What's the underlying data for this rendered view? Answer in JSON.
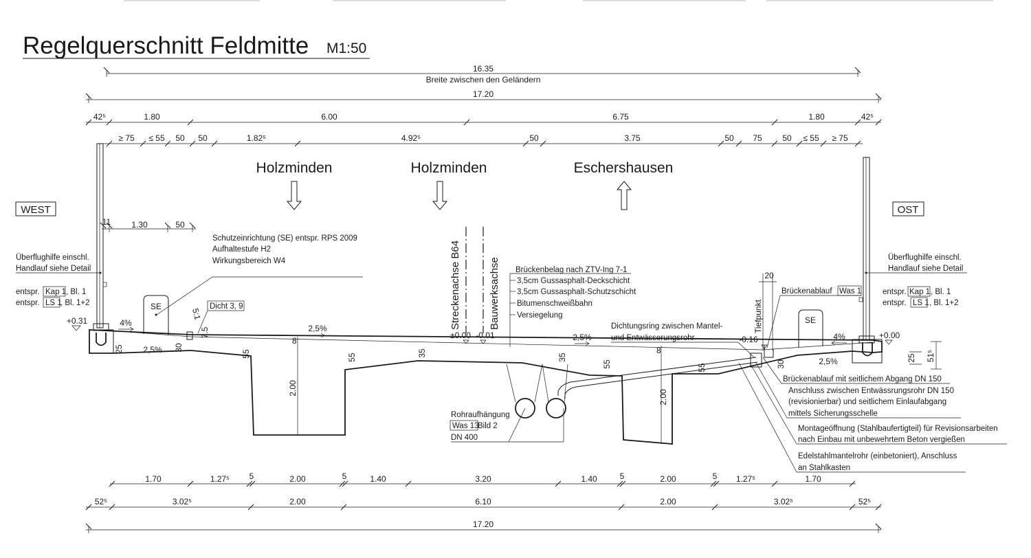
{
  "title": "Regelquerschnitt Feldmitte",
  "scale": "M1:50",
  "sides": {
    "west": "WEST",
    "ost": "OST"
  },
  "directions": {
    "d1": "Holzminden",
    "d2": "Holzminden",
    "d3": "Eschershausen"
  },
  "dims_top": {
    "total_rail": "16.35",
    "rail_caption": "Breite zwischen den Geländern",
    "total": "17.20",
    "row1": [
      "42⁵",
      "1.80",
      "6.00",
      "6.75",
      "1.80",
      "42⁵"
    ],
    "row2": [
      "≥ 75",
      "≤ 55",
      "50",
      "50",
      "1.82⁵",
      "4.92⁵",
      "50",
      "3.75",
      "50",
      "75",
      "50",
      "≤ 55",
      "≥ 75"
    ],
    "cap": [
      "11",
      "1.30",
      "50"
    ],
    "drain_w": "20"
  },
  "dims_bottom": {
    "row1": [
      "1.70",
      "1.27⁵",
      "5",
      "2.00",
      "5",
      "1.40",
      "3.20",
      "1.40",
      "5",
      "2.00",
      "5",
      "1.27⁵",
      "1.70"
    ],
    "row2": [
      "52⁵",
      "3.02⁵",
      "2.00",
      "6.10",
      "2.00",
      "3.02⁵",
      "52⁵"
    ],
    "total": "17.20"
  },
  "section_dims": {
    "cap_w": "25",
    "cap_w2": "30",
    "slope_cap": "2,5%",
    "slab_55a": "55",
    "web_200a": "2.00",
    "slab_55b": "55",
    "slab_35a": "35",
    "slab_35b": "35",
    "slab_55c": "55",
    "web_200b": "2.00",
    "slab_55d": "55",
    "cap_e30": "30",
    "cap_e25": "25",
    "cap_e515": "51⁵",
    "curb_75": "7.5",
    "curb_51": "5:1",
    "cap_slope_e": "2,5%"
  },
  "slopes": {
    "cap_w": "4%",
    "deck_w": "2,5%",
    "deck_e": "2,5%",
    "cap_e": "4%"
  },
  "levels": {
    "west": "+0.31",
    "axis_0": "±0.00",
    "axis_1": "-0.01",
    "low": "-0.16",
    "east": "+0.00"
  },
  "axes": {
    "strecke": "Streckenachse B64",
    "bauwerk": "Bauwerksachse"
  },
  "tiefpunkt": "Tiefpunkt",
  "se": "SE",
  "notes_left": {
    "ueberflug1": "Überflughilfe einschl.",
    "ueberflug2": "Handlauf siehe Detail",
    "ref1_pre": "entspr.",
    "ref1_box": "Kap 1",
    "ref1_post": ", Bl. 1",
    "ref2_pre": "entspr.",
    "ref2_box": "LS 1",
    "ref2_post": ", Bl. 1+2"
  },
  "notes_right": {
    "ueberflug1": "Überflughilfe einschl.",
    "ueberflug2": "Handlauf siehe Detail",
    "ref1_pre": "entspr.",
    "ref1_box": "Kap 1",
    "ref1_post": ", Bl. 1",
    "ref2_pre": "entspr.",
    "ref2_box": "LS 1",
    "ref2_post": ", Bl. 1+2"
  },
  "schutz": {
    "l1": "Schutzeinrichtung (SE)  entspr. RPS 2009",
    "l2": "Aufhaltestufe H2",
    "l3": "Wirkungsbereich W4"
  },
  "dicht": "Dicht 3, 9",
  "belag": {
    "head": "Brückenbelag nach ZTV-Ing 7-1",
    "items": [
      "3,5cm Gussasphalt-Deckschicht",
      "3,5cm Gussasphalt-Schutzschicht",
      "Bitumenschweißbahn",
      "Versiegelung"
    ]
  },
  "dichtungsring": {
    "l1": "Dichtungsring zwischen Mantel-",
    "l2": "und Entwässerungsrohr"
  },
  "ablauf": {
    "pre": "Brückenablauf",
    "box": "Was 1"
  },
  "rohr": {
    "l1": "Rohraufhängung",
    "box": "Was 13",
    "l2_post": " Bild 2",
    "l3": "DN 400"
  },
  "notes_east": {
    "n1": "Brückenablauf mit seitlichem Abgang DN 150",
    "n2a": "Anschluss zwischen Entwässrungsrohr DN 150",
    "n2b": "(revisionierbar) und seitlichem Einlaufabgang",
    "n2c": "mittels Sicherungsschelle",
    "n3a": "Montageöffnung (Stahlbaufertigteil) für Revisionsarbeiten",
    "n3b": "nach Einbau mit unbewehrtem Beton vergießen",
    "n4a": "Edelstahlmantelrohr (einbetoniert), Anschluss",
    "n4b": "an Stahlkasten"
  }
}
